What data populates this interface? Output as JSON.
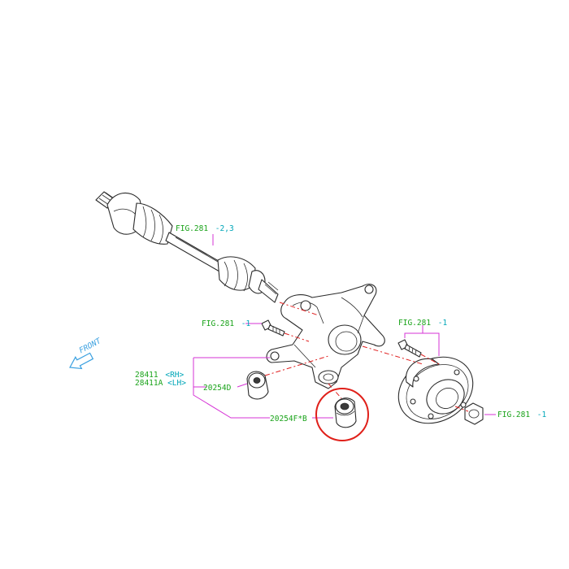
{
  "colors": {
    "fig_ref": "#00a6b8",
    "part_no": "#1aa31a",
    "leader": "#d633d6",
    "centerline": "#e02020",
    "highlight": "#e0201a",
    "arrow": "#3aa0e0",
    "line": "#2b2b2b"
  },
  "labels": {
    "fig_281_23": {
      "prefix": "FIG.281",
      "suffix": "-2,3"
    },
    "fig_281_1_left": {
      "prefix": "FIG.281",
      "suffix": "-1"
    },
    "fig_281_1_top": {
      "prefix": "FIG.281",
      "suffix": "-1"
    },
    "fig_281_1_right": {
      "prefix": "FIG.281",
      "suffix": "-1"
    },
    "knuckle_rh": {
      "part": "28411",
      "side": "<RH>"
    },
    "knuckle_lh": {
      "part": "28411A",
      "side": "<LH>"
    },
    "bushing_upper": "20254D",
    "bushing_lower": "20254F*B",
    "front": "FRONT"
  },
  "icons": {
    "front_arrow": "arrow-icon",
    "highlight": "circle-highlight"
  }
}
